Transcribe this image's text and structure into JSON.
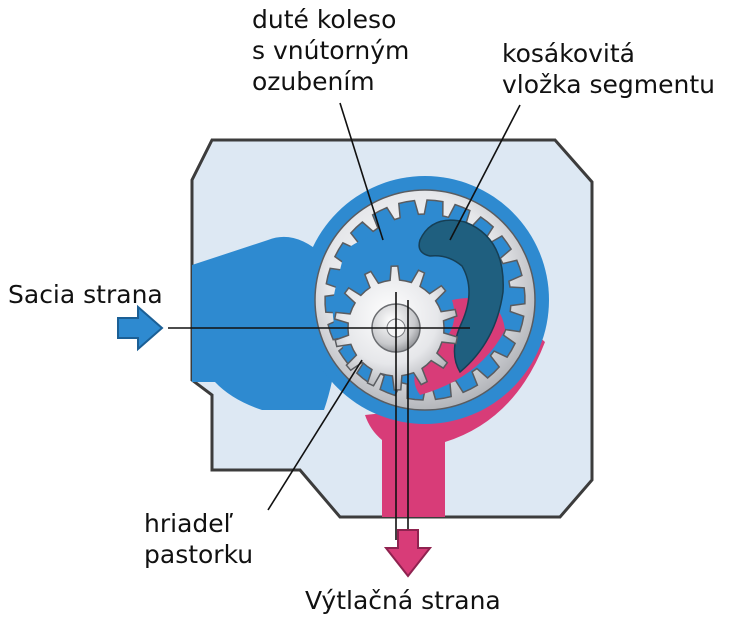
{
  "labels": {
    "internal_gear": [
      "duté koleso",
      "s vnútorným",
      "ozubením"
    ],
    "crescent": [
      "kosákovitá",
      "vložka segmentu"
    ],
    "suction": "Sacia strana",
    "pinion_shaft": [
      "hriadeľ",
      "pastorku"
    ],
    "discharge": "Výtlačná strana"
  },
  "colors": {
    "housing": "#dde8f3",
    "housing_outline": "#3c3c3c",
    "suction_oil": "#2e8ad0",
    "discharge_oil": "#d83c78",
    "crescent": "#1f5f7f",
    "gear_steel": "#e8e8ea",
    "label_text": "#111111",
    "leader_line": "#111111"
  }
}
